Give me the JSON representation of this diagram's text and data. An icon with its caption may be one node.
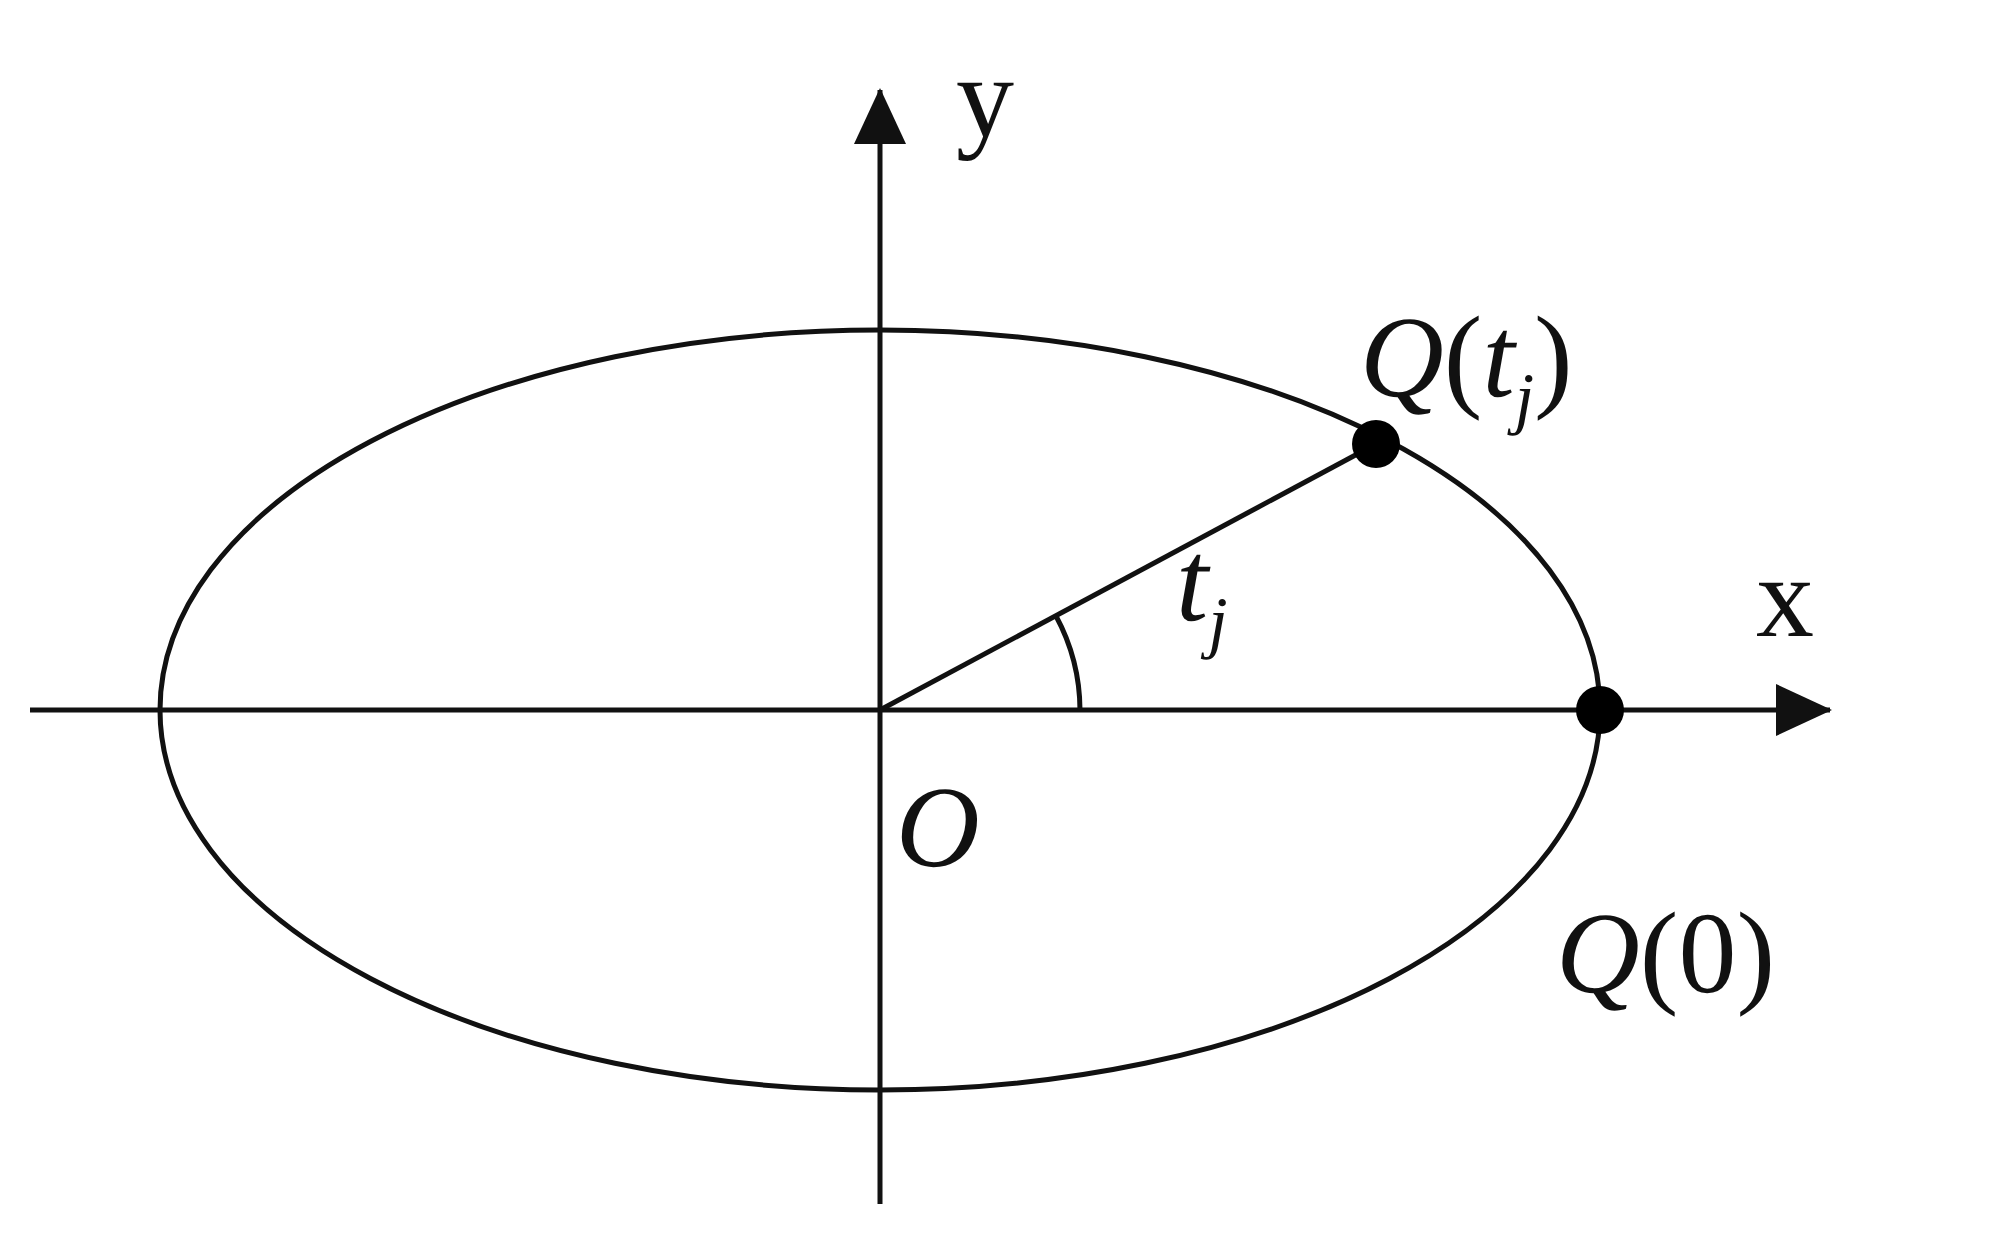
{
  "diagram": {
    "labels": [
      "y",
      "*Q*(*t*$_{j}$)",
      "x",
      "*t*$_{j}$",
      "*O*",
      "*Q*(0)"
    ]
  }
}
